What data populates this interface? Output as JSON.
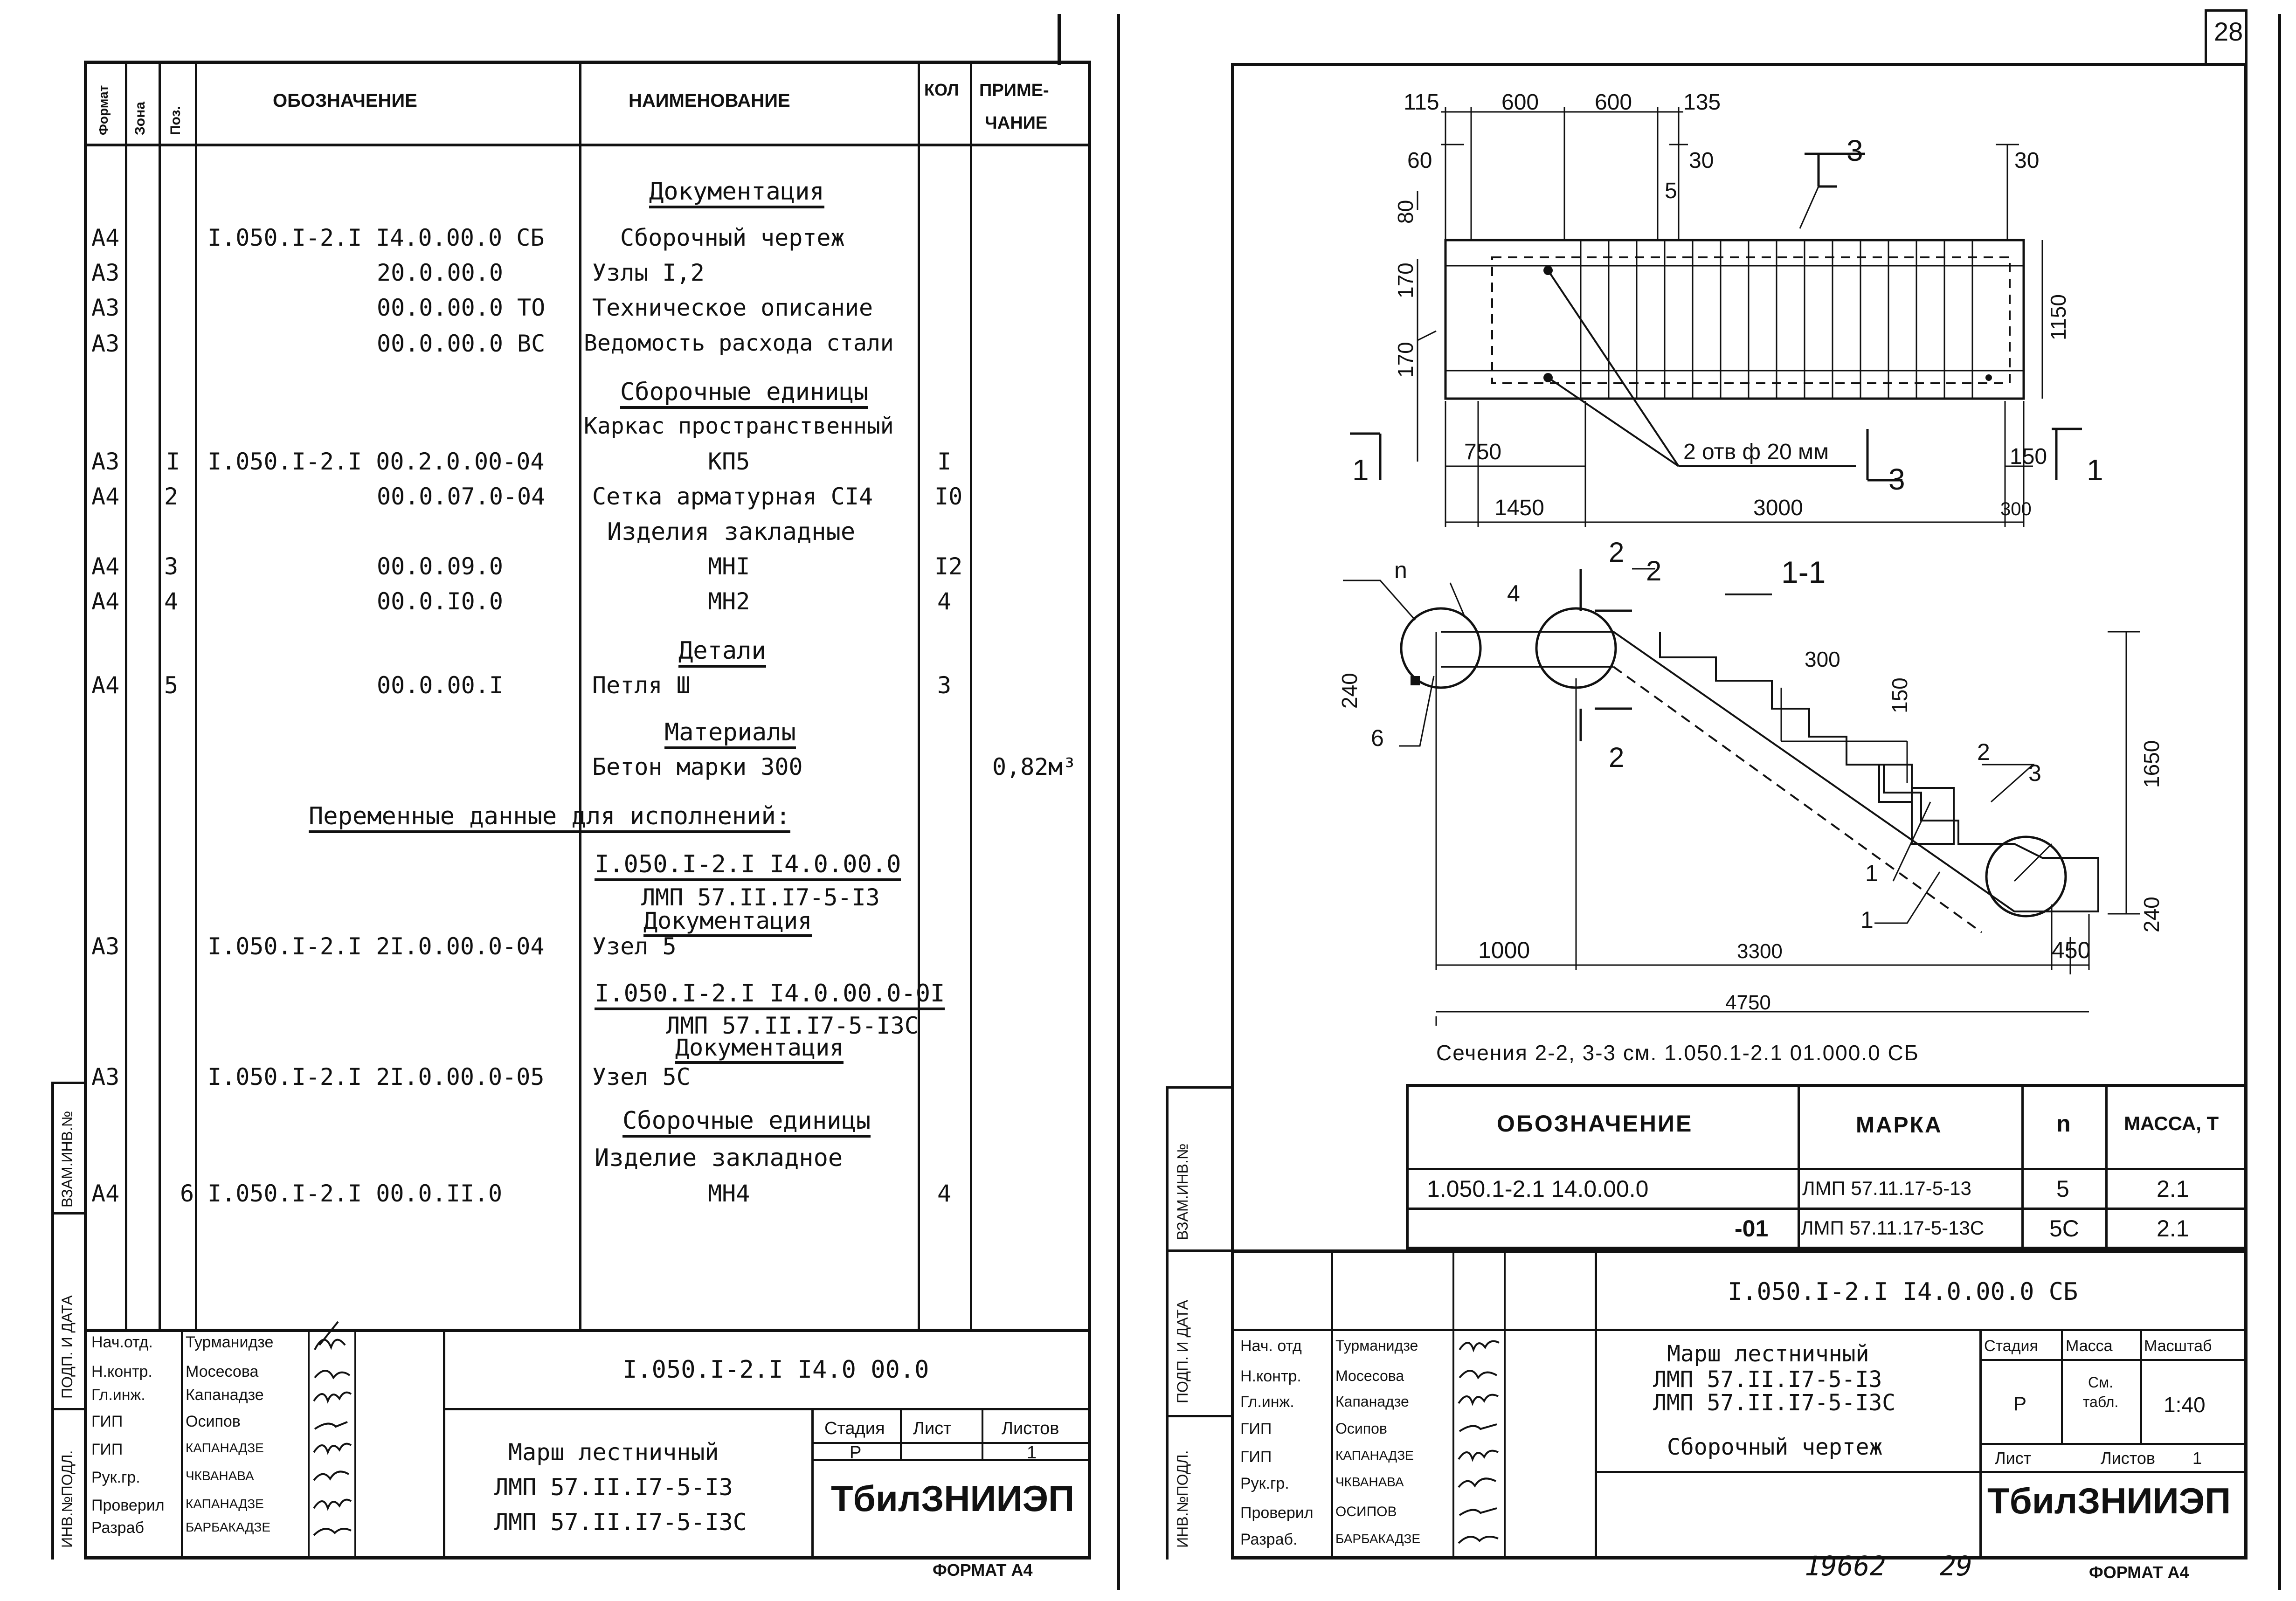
{
  "left": {
    "headers": {
      "format": "Формат",
      "zone": "Зона",
      "pos": "Поз.",
      "designation": "ОБОЗНАЧЕНИЕ",
      "name": "НАИМЕНОВАНИЕ",
      "qty": "КОЛ",
      "note1": "ПРИМЕ-",
      "note2": "ЧАНИЕ"
    },
    "sections": {
      "doc": "Документация",
      "asm": "Сборочные единицы",
      "emb": "Изделия закладные",
      "det": "Детали",
      "mat": "Материалы",
      "var": "Переменные данные для исполнений:",
      "v1": "I.050.I-2.I I4.0.00.0",
      "v1b": "ЛМП 57.II.I7-5-I3",
      "v1c": "Документация",
      "v2": "I.050.I-2.I I4.0.00.0-0I",
      "v2b": "ЛМП 57.II.I7-5-I3С",
      "v2c": "Документация",
      "asm2": "Сборочные единицы",
      "emb2": "Изделие закладное"
    },
    "rows": [
      {
        "fmt": "А4",
        "pos": "",
        "des": "I.050.I-2.I I4.0.00.0 СБ",
        "name": "Сборочный чертеж",
        "qty": "",
        "note": ""
      },
      {
        "fmt": "А3",
        "pos": "",
        "des": "20.0.00.0",
        "name": "Узлы I,2",
        "qty": "",
        "note": ""
      },
      {
        "fmt": "А3",
        "pos": "",
        "des": "00.0.00.0 ТО",
        "name": "Техническое описание",
        "qty": "",
        "note": ""
      },
      {
        "fmt": "А3",
        "pos": "",
        "des": "00.0.00.0 ВС",
        "name": "Ведомость расхода стали",
        "qty": "",
        "note": ""
      },
      {
        "fmt": "",
        "pos": "",
        "des": "",
        "name": "Каркас пространственный",
        "qty": "",
        "note": ""
      },
      {
        "fmt": "А3",
        "pos": "I",
        "des": "I.050.I-2.I 00.2.0.00-04",
        "name": "КП5",
        "qty": "I",
        "note": ""
      },
      {
        "fmt": "А4",
        "pos": "2",
        "des": "00.0.07.0-04",
        "name": "Сетка арматурная СI4",
        "qty": "I0",
        "note": ""
      },
      {
        "fmt": "А4",
        "pos": "3",
        "des": "00.0.09.0",
        "name": "МНI",
        "qty": "I2",
        "note": ""
      },
      {
        "fmt": "А4",
        "pos": "4",
        "des": "00.0.I0.0",
        "name": "МН2",
        "qty": "4",
        "note": ""
      },
      {
        "fmt": "А4",
        "pos": "5",
        "des": "00.0.00.I",
        "name": "Петля Ш",
        "qty": "3",
        "note": ""
      },
      {
        "fmt": "",
        "pos": "",
        "des": "",
        "name": "Бетон марки 300",
        "qty": "",
        "note": "0,82м³"
      },
      {
        "fmt": "А3",
        "pos": "",
        "des": "I.050.I-2.I 2I.0.00.0-04",
        "name": "Узел 5",
        "qty": "",
        "note": ""
      },
      {
        "fmt": "А3",
        "pos": "",
        "des": "I.050.I-2.I 2I.0.00.0-05",
        "name": "Узел 5С",
        "qty": "",
        "note": ""
      },
      {
        "fmt": "А4",
        "pos": "6",
        "des": "I.050.I-2.I 00.0.II.0",
        "name": "МН4",
        "qty": "4",
        "note": ""
      }
    ],
    "stamp": {
      "roles": [
        "Нач.отд.",
        "Н.контр.",
        "Гл.инж.",
        "ГИП",
        "ГИП",
        "Рук.гр.",
        "Проверил",
        "Разраб"
      ],
      "names": [
        "Турманидзе",
        "Мосесова",
        "Капанадзе",
        "Осипов",
        "КАПАНАДЗЕ",
        "ЧКВАНАВА",
        "КАПАНАДЗЕ",
        "БАРБАКАДЗЕ"
      ],
      "code": "I.050.I-2.I I4.0 00.0",
      "title1": "Марш лестничный",
      "title2": "ЛМП 57.II.I7-5-I3",
      "title3": "ЛМП 57.II.I7-5-I3С",
      "stage_h": "Стадия",
      "sheet_h": "Лист",
      "sheets_h": "Листов",
      "stage": "Р",
      "sheets": "1",
      "org": "ТбилЗНИИЭП",
      "format": "ФОРМАТ А4"
    },
    "side": {
      "inv": "ИНВ.№ПОДЛ.",
      "sign": "ПОДП. И ДАТА",
      "vzam": "ВЗАМ.ИНВ.№"
    }
  },
  "right": {
    "page": "28",
    "plan": {
      "d_top": [
        "115",
        "600",
        "600",
        "135"
      ],
      "d60": "60",
      "d30a": "30",
      "d30b": "30",
      "d80": "80",
      "d170a": "170",
      "d170b": "170",
      "d1150": "1150",
      "d750": "750",
      "d150": "150",
      "d1450": "1450",
      "d3000": "3000",
      "d300": "300",
      "holes": "2 отв ф 20 мм",
      "c1": "1",
      "c3": "3",
      "c5": "5"
    },
    "section": {
      "title": "1-1",
      "n": "n",
      "c2": "2",
      "c4": "4",
      "c6": "6",
      "c2b": "2",
      "c3b": "3",
      "c1a": "1",
      "c1b": "1",
      "c2cut": "2",
      "d240a": "240",
      "d300": "300",
      "d150": "150",
      "d1650": "1650",
      "d240b": "240",
      "d1000": "1000",
      "d3300": "3300",
      "d450": "450",
      "d4750": "4750"
    },
    "note": "Сечения 2-2, 3-3 см. 1.050.1-2.1 01.000.0 СБ",
    "table": {
      "h_des": "Обозначение",
      "h_mark": "Марка",
      "h_n": "n",
      "h_mass": "Масса, т",
      "rows": [
        {
          "des": "1.050.1-2.1 14.0.00.0",
          "mark": "ЛМП 57.11.17-5-13",
          "n": "5",
          "mass": "2.1"
        },
        {
          "des": "-01",
          "mark": "ЛМП 57.11.17-5-13С",
          "n": "5С",
          "mass": "2.1"
        }
      ]
    },
    "stamp": {
      "roles": [
        "Нач. отд",
        "Н.контр.",
        "Гл.инж.",
        "ГИП",
        "ГИП",
        "Рук.гр.",
        "Проверил",
        "Разраб."
      ],
      "names": [
        "Турманидзе",
        "Мосесова",
        "Капанадзе",
        "Осипов",
        "КАПАНАДЗЕ",
        "ЧКВАНАВА",
        "ОСИПОВ",
        "БАРБАКАДЗЕ"
      ],
      "code": "I.050.I-2.I I4.0.00.0 СБ",
      "title1": "Марш лестничный",
      "title2": "ЛМП 57.II.I7-5-I3",
      "title3": "ЛМП 57.II.I7-5-I3С",
      "title4": "Сборочный чертеж",
      "stage_h": "Стадия",
      "mass_h": "Масса",
      "scale_h": "Масштаб",
      "stage": "Р",
      "mass": "См. табл.",
      "scale": "1:40",
      "sheet_h": "Лист",
      "sheets_h": "Листов",
      "sheets": "1",
      "org": "ТбилЗНИИЭП",
      "format": "ФОРМАТ А4"
    },
    "side": {
      "inv": "ИНВ.№ПОДЛ.",
      "sign": "ПОДП. И ДАТА",
      "vzam": "ВЗАМ.ИНВ.№"
    },
    "footer": {
      "num1": "19662",
      "num2": "29"
    }
  }
}
